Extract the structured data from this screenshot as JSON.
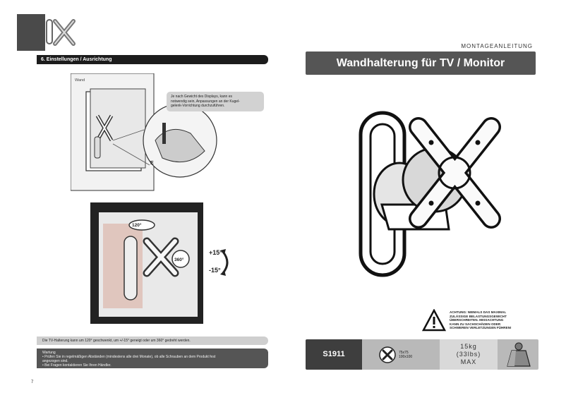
{
  "left_page": {
    "section_title": "6. Einstellungen / Ausrichtung",
    "wall_label": "Wand",
    "callout_lines": [
      "Je nach Gewicht des Displays, kann es",
      "notwendig sein, Anpassungen an der Kugel-",
      "gelenk-Vorrichtung durchzuführen."
    ],
    "label_E": "E",
    "angle_swivel": "120°",
    "angle_rotate": "360°",
    "tilt_up": "+15°",
    "tilt_down": "-15°",
    "info_text": "Die TV-Halterung kann um 120° geschwenkt, um +/-15° geneigt oder um 360° gedreht werden.",
    "maintenance": {
      "heading": "Wartung",
      "lines": [
        "• Prüfen Sie in regelmäßigen Abständen (mindestens alle drei Monate), ob alle Schrauben an dem Produkt fest",
        "  angezogen sind.",
        "• Bei Fragen kontaktieren Sie Ihren Händler."
      ]
    },
    "page_number": "7"
  },
  "right_page": {
    "header": "MONTAGEANLEITUNG",
    "title": "Wandhalterung für TV / Monitor",
    "warning_lines": [
      "ACHTUNG: NIEMALS DAS MAXIMAL",
      "ZULÄSSIGE BELASTUNGSGEWICHT",
      "ÜBERSCHREITEN. MISSACHTUNG",
      "KANN ZU SACHSCHÄDEN ODER",
      "SCHWEREN VERLETZUNGEN FÜHREN!"
    ],
    "model": "S1911",
    "vesa_lines": [
      "75x75",
      "100x100"
    ],
    "load_lines": [
      "15kg",
      "(33lbs)",
      "MAX"
    ]
  }
}
